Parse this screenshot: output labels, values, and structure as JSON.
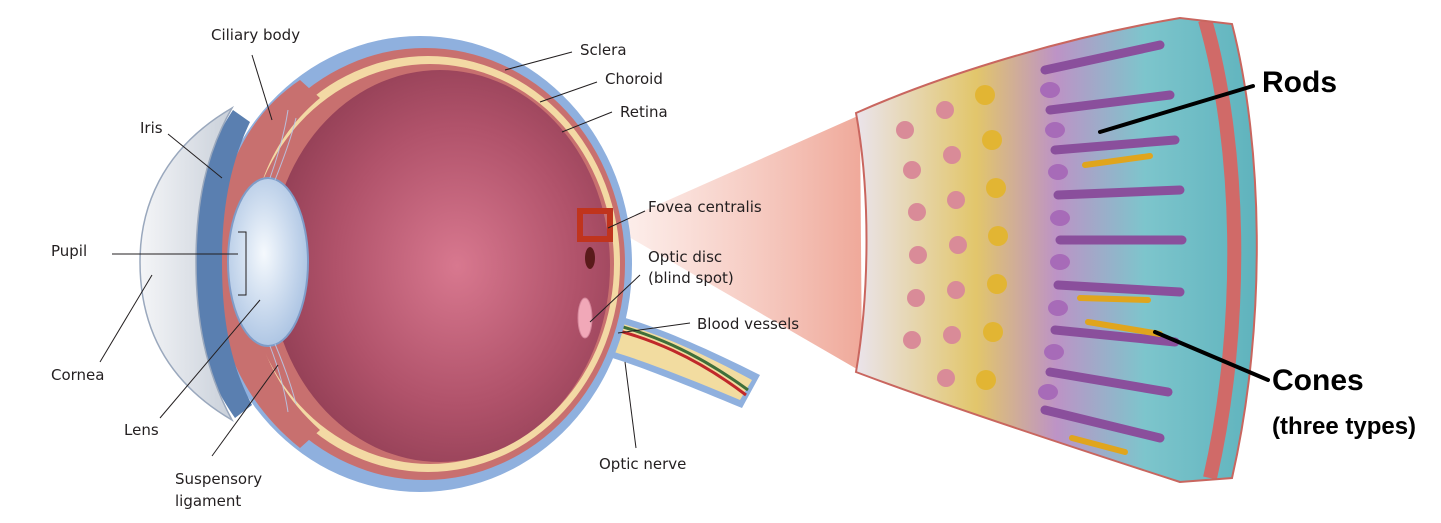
{
  "labels": {
    "ciliary_body": "Ciliary body",
    "sclera": "Sclera",
    "choroid": "Choroid",
    "retina": "Retina",
    "iris": "Iris",
    "fovea_centralis": "Fovea centralis",
    "pupil": "Pupil",
    "optic_disc_line1": "Optic disc",
    "optic_disc_line2": "(blind spot)",
    "blood_vessels": "Blood vessels",
    "cornea": "Cornea",
    "lens": "Lens",
    "suspensory_line1": "Suspensory",
    "suspensory_line2": "ligament",
    "optic_nerve": "Optic nerve"
  },
  "retina_callouts": {
    "rods": "Rods",
    "cones": "Cones",
    "cones_note": "(three types)"
  },
  "colors": {
    "sclera": "#8fb0de",
    "choroid": "#c8706f",
    "retina_layer": "#f3d9a4",
    "vitreous": "#a84a60",
    "cornea": "#dfe5ee",
    "lens": "#dbe8f6",
    "iris": "#5a7fb0",
    "fovea_marker": "#c0341d",
    "optic_nerve": "#f2dca0",
    "blood_vessel_red": "#c0282a",
    "blood_vessel_green": "#3f6f3a",
    "zoom_cone": "#f1b7aa",
    "photoreceptor_bg": "#6ac0c8",
    "rod_color": "#8a4f9c",
    "cone_color": "#e0a51d"
  }
}
